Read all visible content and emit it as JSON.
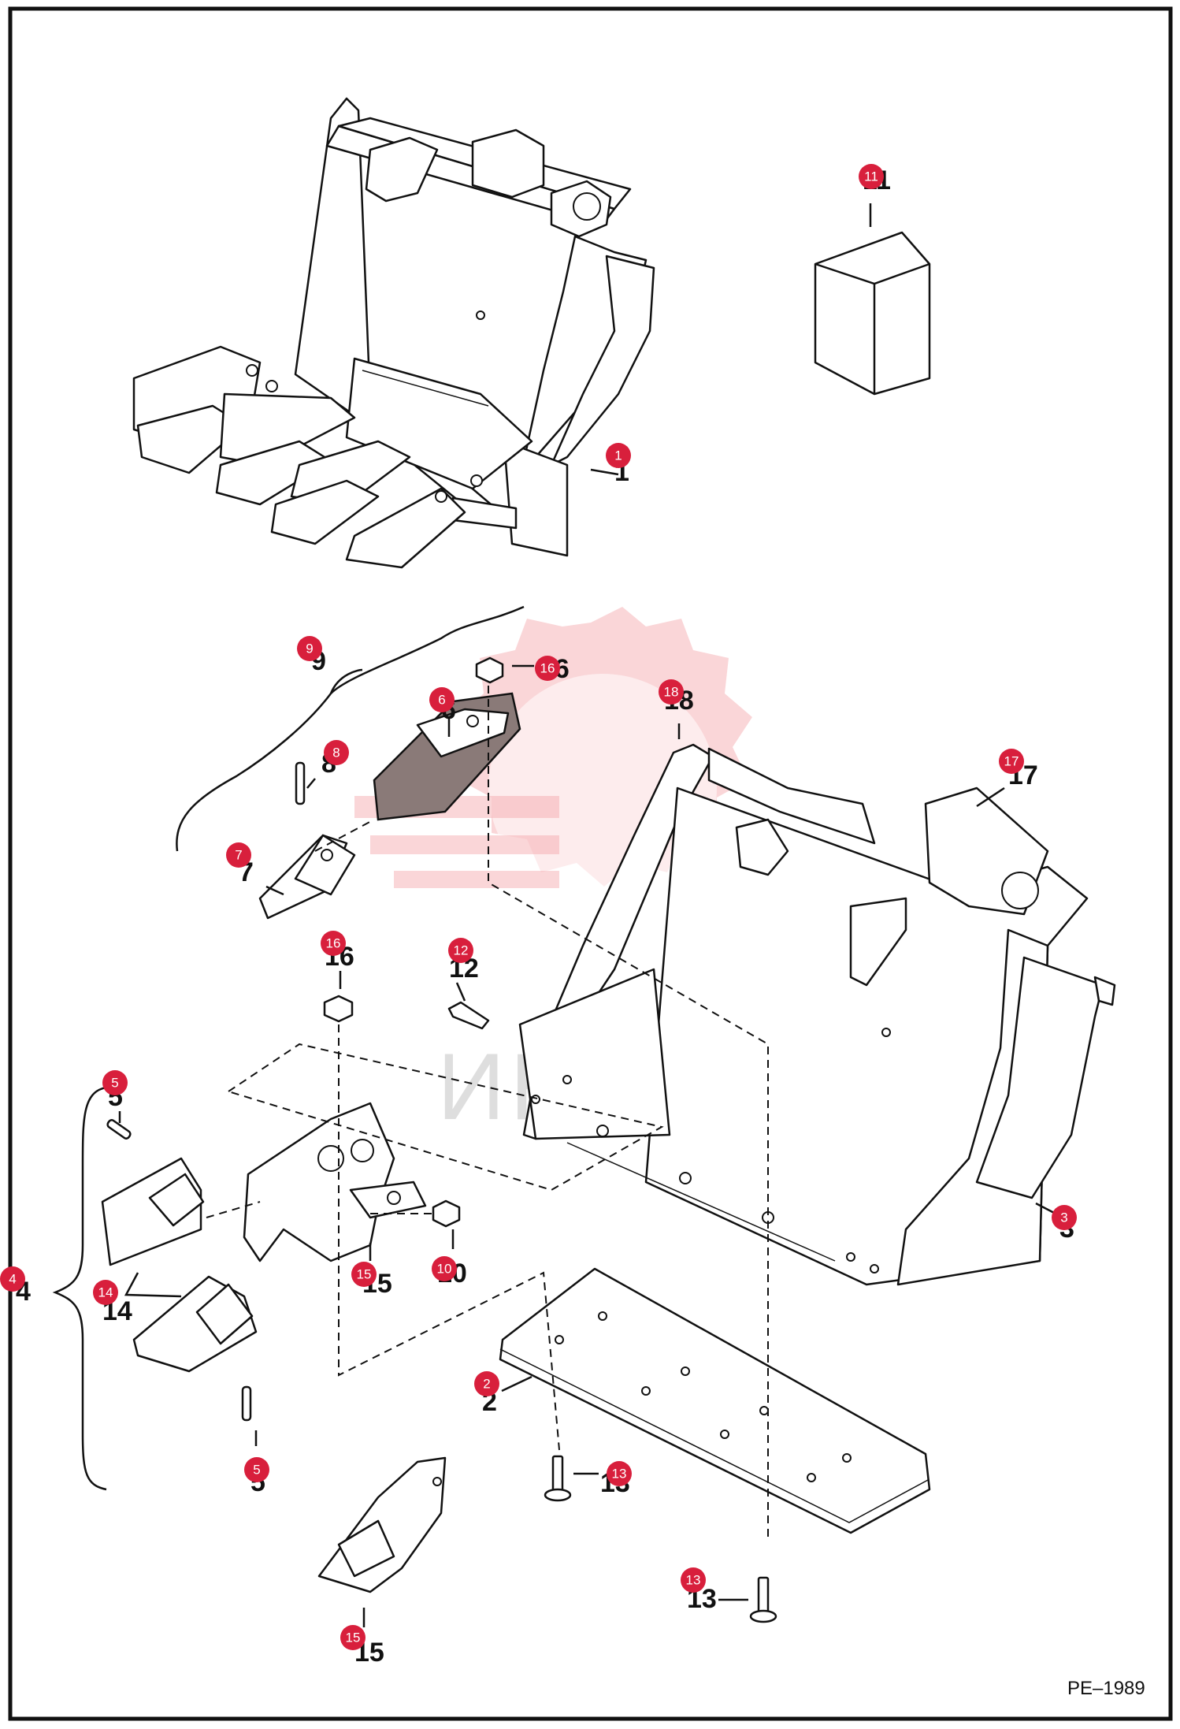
{
  "figure_ref": "PE–1989",
  "watermark": "ИНТЕХ",
  "callouts": [
    {
      "badge": "11",
      "label": "11"
    },
    {
      "badge": "1",
      "label": "1"
    },
    {
      "badge": "9",
      "label": "9"
    },
    {
      "badge": "16",
      "label": "16"
    },
    {
      "badge": "18",
      "label": "18"
    },
    {
      "badge": "6",
      "label": "6"
    },
    {
      "badge": "17",
      "label": "17"
    },
    {
      "badge": "8",
      "label": "8"
    },
    {
      "badge": "7",
      "label": "7"
    },
    {
      "badge": "16",
      "label": "16"
    },
    {
      "badge": "12",
      "label": "12"
    },
    {
      "badge": "5",
      "label": "5"
    },
    {
      "badge": "3",
      "label": "3"
    },
    {
      "badge": "4",
      "label": "4"
    },
    {
      "badge": "14",
      "label": "14"
    },
    {
      "badge": "15",
      "label": "15"
    },
    {
      "badge": "10",
      "label": "10"
    },
    {
      "badge": "2",
      "label": "2"
    },
    {
      "badge": "5",
      "label": "5"
    },
    {
      "badge": "13",
      "label": "13"
    },
    {
      "badge": "13",
      "label": "13"
    },
    {
      "badge": "15",
      "label": "15"
    }
  ]
}
